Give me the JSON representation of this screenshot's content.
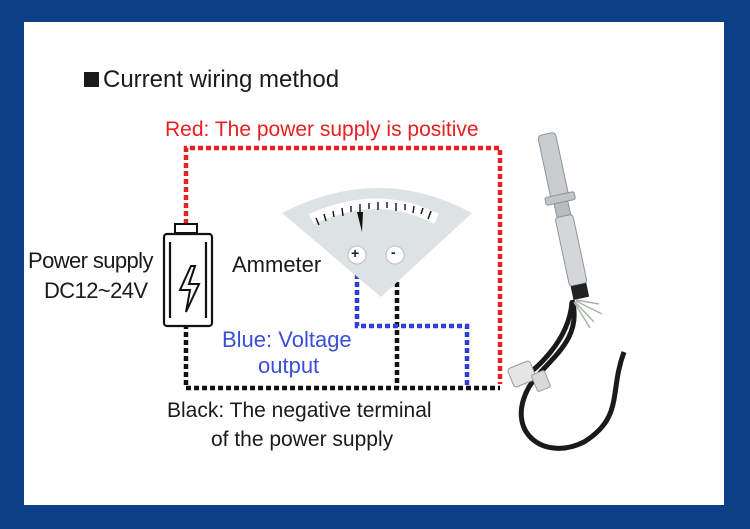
{
  "heading": {
    "text": "Current wiring method"
  },
  "wires": {
    "red_label": "Red: The power supply is positive",
    "blue_label_line1": "Blue: Voltage",
    "blue_label_line2": "output",
    "black_label_line1": "Black: The negative terminal",
    "black_label_line2": "of the power supply"
  },
  "power_supply": {
    "label": "Power supply",
    "voltage": "DC12~24V"
  },
  "ammeter": {
    "label": "Ammeter",
    "plus": "+",
    "minus": "-"
  },
  "colors": {
    "border": "#0d3f86",
    "red_wire": "#e8201f",
    "blue_wire": "#2f3ed6",
    "black_wire": "#111111",
    "meter_face": "#dde3e3"
  }
}
